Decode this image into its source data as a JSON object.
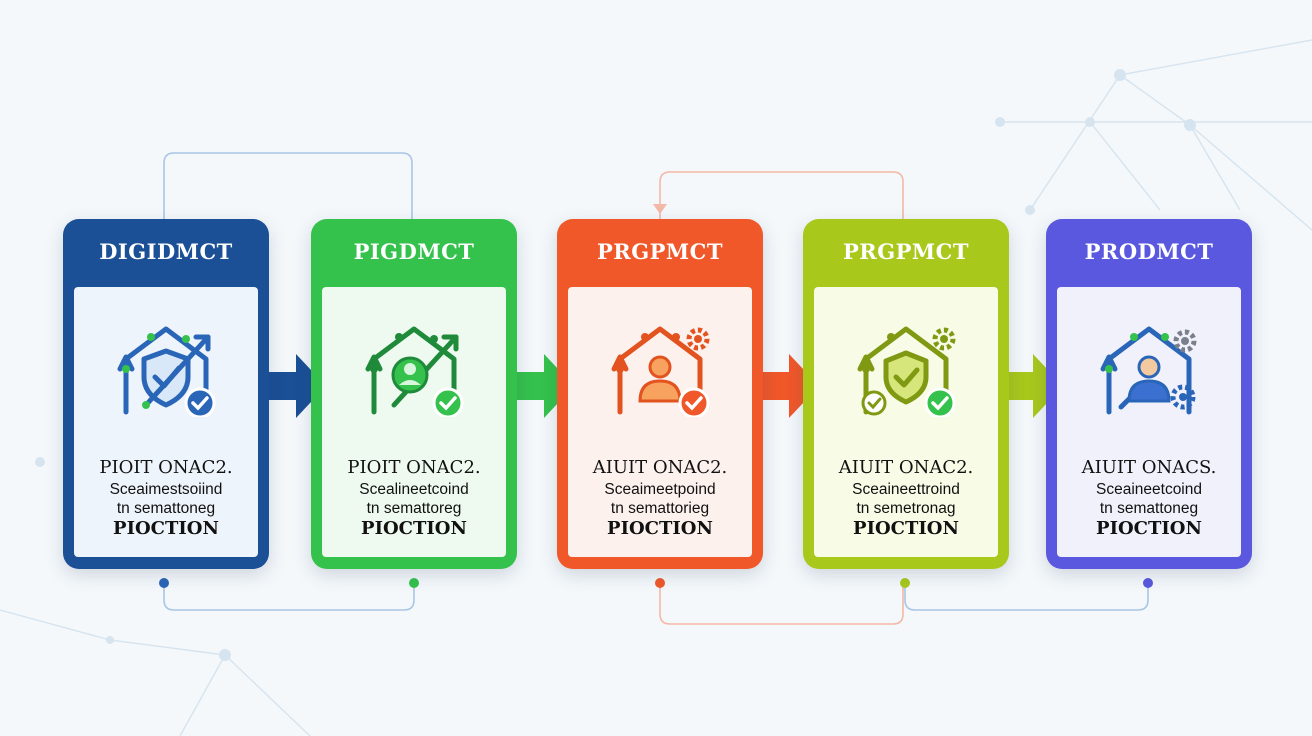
{
  "colors": {
    "background": "#f4f8fb",
    "icon_accent": "#2a66b8"
  },
  "stages": [
    {
      "title": "DIGIDMCT",
      "line1": "PIOIT ONAC2.",
      "line2": "Sceaimestsoiind",
      "line3": "tn semattoneg",
      "line4": "PIOCTION",
      "color": "#1b4f96",
      "panel": "#eef4fb",
      "icon": "shield-check-icon"
    },
    {
      "title": "PIGDMCT",
      "line1": "PIOIT ONAC2.",
      "line2": "Scealineetcoind",
      "line3": "tn semattoreg",
      "line4": "PIOCTION",
      "color": "#35c24c",
      "panel": "#eefaef",
      "icon": "person-check-icon"
    },
    {
      "title": "PRGPMCT",
      "line1": "AIUIT ONAC2.",
      "line2": "Sceaimeetpoind",
      "line3": "tn semattorieg",
      "line4": "PIOCTION",
      "color": "#f0582a",
      "panel": "#fdf1ee",
      "icon": "person-gear-icon"
    },
    {
      "title": "PRGPMCT",
      "line1": "AIUIT ONAC2.",
      "line2": "Sceaineettroind",
      "line3": "tn semetronag",
      "line4": "PIOCTION",
      "color": "#a9c81c",
      "panel": "#f8fbe6",
      "icon": "shield-gear-icon"
    },
    {
      "title": "PRODMCT",
      "line1": "AIUIT ONACS.",
      "line2": "Sceaineetcoind",
      "line3": "tn semattoneg",
      "line4": "PIOCTION",
      "color": "#5a58de",
      "panel": "#f1f1fc",
      "icon": "user-gears-icon"
    }
  ],
  "arrows": [
    {
      "color": "#1b4f96"
    },
    {
      "color": "#35c24c"
    },
    {
      "color": "#f0582a"
    },
    {
      "color": "#a9c81c"
    }
  ]
}
